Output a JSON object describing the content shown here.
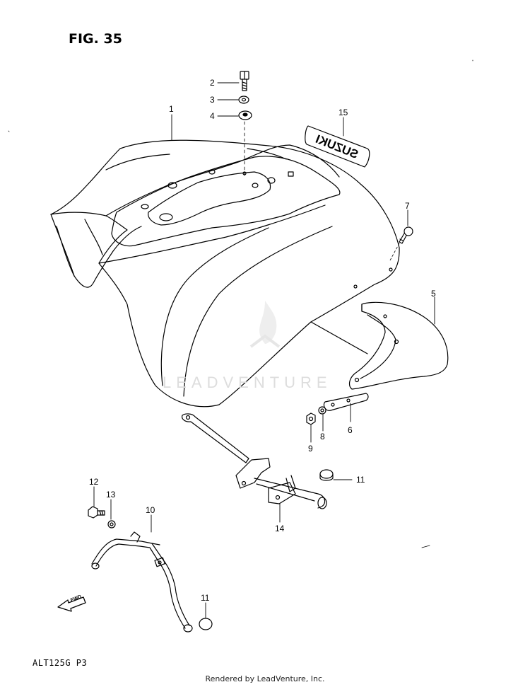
{
  "figure": {
    "title": "FIG. 35",
    "model_code": "ALT125G  P3",
    "footer": "Rendered by LeadVenture, Inc.",
    "watermark": "LEADVENTURE",
    "fwd_label": "FWD",
    "emblem_text": "SUZUKI"
  },
  "callouts": [
    {
      "id": "c1",
      "label": "1",
      "part": "rear fender"
    },
    {
      "id": "c2",
      "label": "2",
      "part": "bolt"
    },
    {
      "id": "c3",
      "label": "3",
      "part": "washer"
    },
    {
      "id": "c4",
      "label": "4",
      "part": "cushion washer"
    },
    {
      "id": "c5",
      "label": "5",
      "part": "mud flap"
    },
    {
      "id": "c6",
      "label": "6",
      "part": "mud flap plate"
    },
    {
      "id": "c7",
      "label": "7",
      "part": "screw"
    },
    {
      "id": "c8",
      "label": "8",
      "part": "washer"
    },
    {
      "id": "c9",
      "label": "9",
      "part": "nut"
    },
    {
      "id": "c10",
      "label": "10",
      "part": "fender brace"
    },
    {
      "id": "c11a",
      "label": "11",
      "part": "cap"
    },
    {
      "id": "c11b",
      "label": "11",
      "part": "cap"
    },
    {
      "id": "c12",
      "label": "12",
      "part": "bolt"
    },
    {
      "id": "c13",
      "label": "13",
      "part": "washer"
    },
    {
      "id": "c14",
      "label": "14",
      "part": "fender bracket"
    },
    {
      "id": "c15",
      "label": "15",
      "part": "emblem"
    }
  ],
  "colors": {
    "line": "#000000",
    "watermark": "#dddddd",
    "background": "#ffffff"
  }
}
